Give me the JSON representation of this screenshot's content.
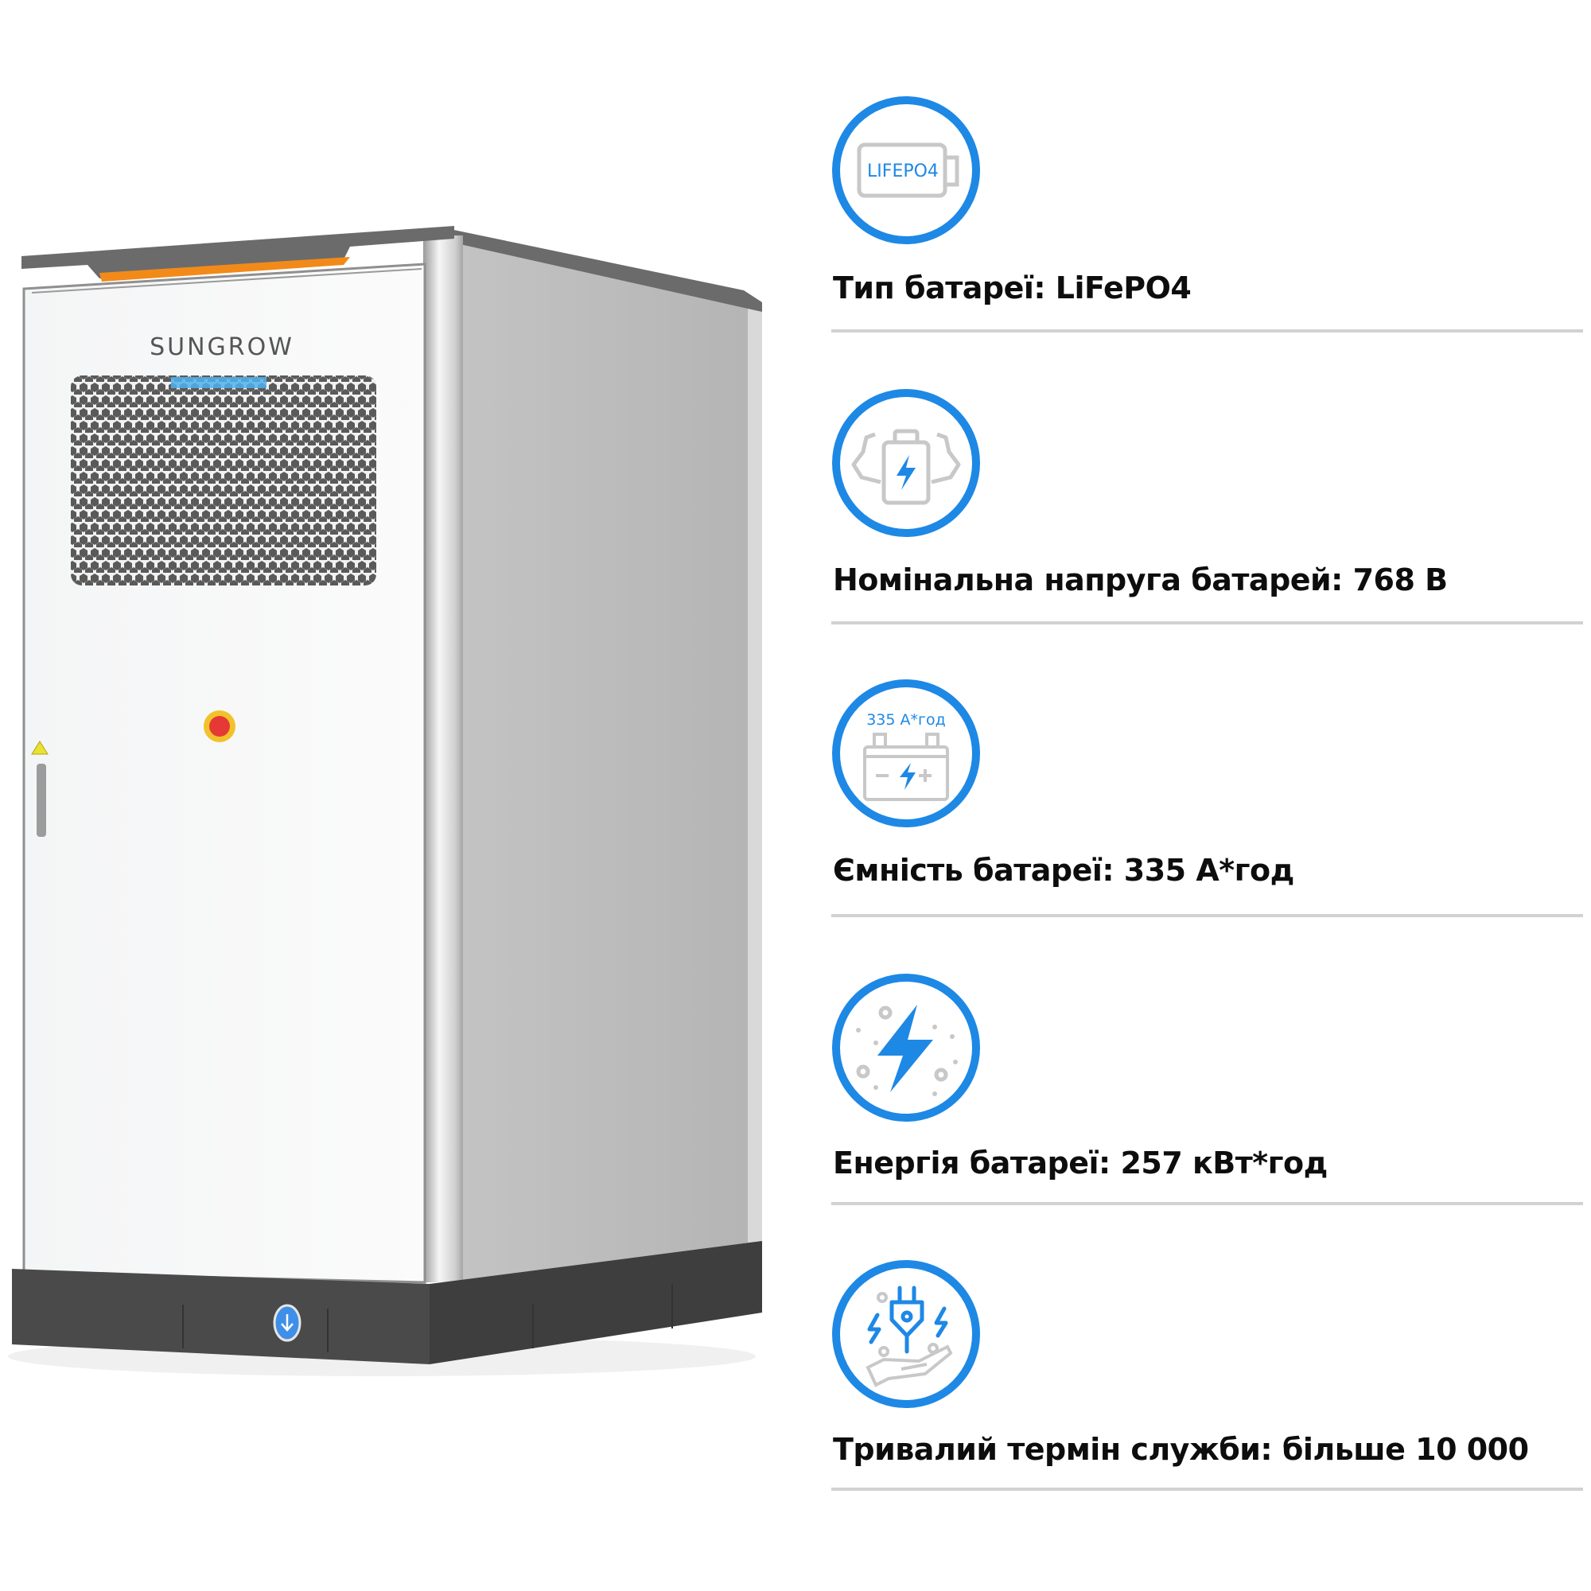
{
  "product": {
    "brand_logo": "SUNGROW",
    "name": "battery-storage-cabinet",
    "colors": {
      "accent_orange": "#f28a1a",
      "cap_gray": "#6b6b6b",
      "side_gray": "#bdbdbd",
      "base_dark": "#4a4a4a"
    }
  },
  "specs": [
    {
      "icon": "lifepo4-battery-icon",
      "icon_text": "LIFEPO4",
      "label": "Тип батареї: LiFePO4"
    },
    {
      "icon": "strong-battery-icon",
      "icon_text": "",
      "label": "Номінальна напруга батарей: 768 В"
    },
    {
      "icon": "car-battery-capacity-icon",
      "icon_text": "335 А*год",
      "label": "Ємність батареї: 335 А*год"
    },
    {
      "icon": "lightning-energy-icon",
      "icon_text": "",
      "label": "Енергія батареї: 257 кВт*год"
    },
    {
      "icon": "plug-hand-lifetime-icon",
      "icon_text": "",
      "label": "Тривалий термін служби: більше 10 000"
    }
  ],
  "theme": {
    "ring_blue": "#1e88e5",
    "icon_gray": "#c8c8c8",
    "divider_gray": "#d2d2d2",
    "text": "#0d0d0d"
  }
}
